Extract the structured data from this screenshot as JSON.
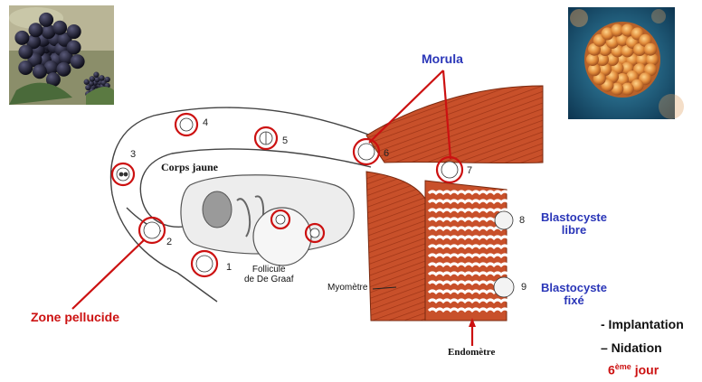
{
  "labels": {
    "morula": "Morula",
    "zone_pellucide": "Zone pellucide",
    "corps_jaune": "Corps jaune",
    "follicule_line1": "Follicule",
    "follicule_line2": "de De Graaf",
    "myometre": "Myomètre",
    "endometre": "Endomètre",
    "blastocyste_libre_line1": "Blastocyste",
    "blastocyste_libre_line2": "libre",
    "blastocyste_fixe_line1": "Blastocyste",
    "blastocyste_fixe_line2": "fixé",
    "implantation": "- Implantation",
    "nidation": "– Nidation",
    "day_number": "6",
    "day_sup": "ème",
    "day_word": "jour"
  },
  "stages": [
    "1",
    "2",
    "3",
    "4",
    "5",
    "6",
    "7",
    "8",
    "9"
  ],
  "colors": {
    "highlight_red": "#cc1111",
    "label_blue": "#2a36b8",
    "muscle": "#c8502a",
    "muscle_dark": "#a83a1c"
  },
  "icons": {
    "blackberry_photo": "blackberry-photo",
    "morula_render": "morula-3d-render"
  }
}
